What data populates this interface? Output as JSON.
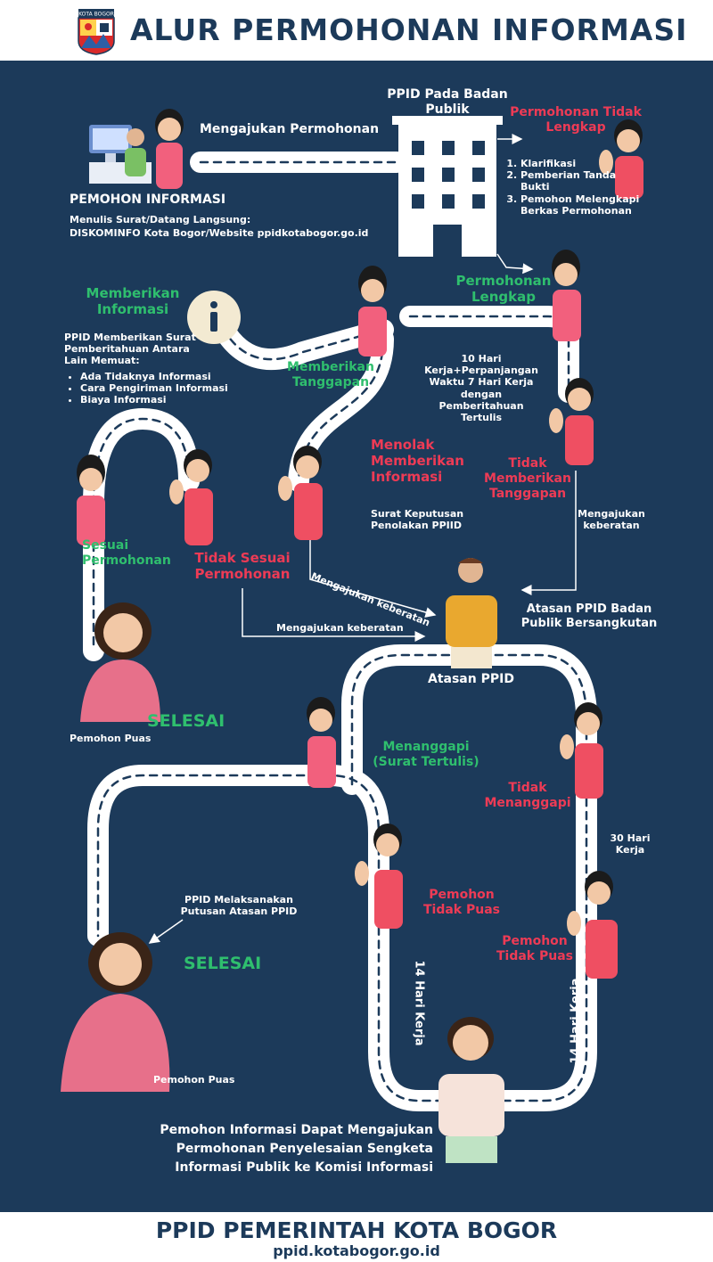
{
  "header": {
    "title": "ALUR PERMOHONAN INFORMASI",
    "logo_text": "KOTA BOGOR"
  },
  "footer": {
    "title": "PPID PEMERINTAH KOTA BOGOR",
    "url": "ppid.kotabogor.go.id"
  },
  "colors": {
    "navy": "#1c3a5a",
    "road": "#ffffff",
    "red_label": "#ee3b55",
    "green_label": "#2fbf6e"
  },
  "texts": {
    "applicant": "PEMOHON INFORMASI",
    "applicant_note_1": "Menulis Surat/Datang Langsung:",
    "applicant_note_2": "DISKOMINFO Kota Bogor/Website  ppidkotabogor.go.id",
    "submit": "Mengajukan Permohonan",
    "ppid_body": "PPID Pada Badan Publik",
    "incomplete": "Permohonan Tidak Lengkap",
    "incomplete_steps": [
      "Klarifikasi",
      "Pemberian Tanda Bukti",
      "Pemohon Melengkapi Berkas Permohonan"
    ],
    "complete": "Permohonan Lengkap",
    "time_10": "10 Hari Kerja+Perpanjangan Waktu 7 Hari Kerja dengan Pemberitahuan Tertulis",
    "no_response": "Tidak Memberikan Tanggapan",
    "objection": "Mengajukan keberatan",
    "respond": "Memberikan Tanggapan",
    "give_info": "Memberikan Informasi",
    "give_info_note": "PPID Memberikan Surat Pemberitahuan Antara Lain Memuat:",
    "give_info_list": [
      "Ada Tidaknya Informasi",
      "Cara Pengiriman Informasi",
      "Biaya Informasi"
    ],
    "reject": "Menolak Memberikan Informasi",
    "reject_note": "Surat Keputusan Penolakan PPIID",
    "objection_lower": "Mengajukan keberatan",
    "objection_bottom": "Mengajukan keberatan",
    "match": "Sesuai Permohonan",
    "no_match": "Tidak Sesuai Permohonan",
    "done": "SELESAI",
    "satisfied": "Pemohon Puas",
    "superior_ppid": "Atasan PPID Badan Publik Bersangkutan",
    "superior_label": "Atasan PPID",
    "respond_written": "Menanggapi (Surat Tertulis)",
    "no_reply": "Tidak Menanggapi",
    "time_30": "30 Hari Kerja",
    "unsatisfied": "Pemohon Tidak Puas",
    "time_14": "14 Hari Kerja",
    "implement": "PPID Melaksanakan Putusan Atasan PPID",
    "final_note": "Pemohon Informasi Dapat Mengajukan Permohonan Penyelesaian Sengketa Informasi Publik ke Komisi Informasi"
  }
}
